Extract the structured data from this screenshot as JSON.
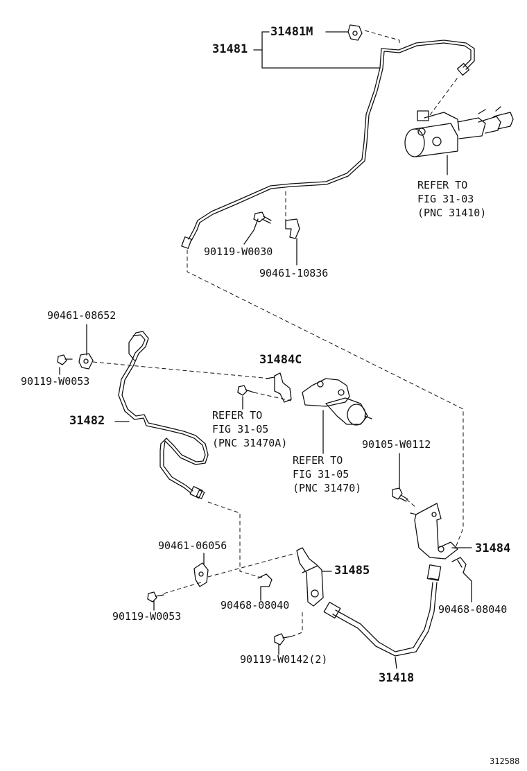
{
  "labels": {
    "p31481M": "31481M",
    "p31481": "31481",
    "ref1": "REFER TO\nFIG 31-03\n(PNC 31410)",
    "p90119_W0030": "90119-W0030",
    "p90461_10836": "90461-10836",
    "p90461_08652": "90461-08652",
    "p90119_W0053a": "90119-W0053",
    "p31484C": "31484C",
    "ref2": "REFER TO\nFIG 31-05\n(PNC 31470A)",
    "p31482": "31482",
    "ref3": "REFER TO\nFIG 31-05\n(PNC 31470)",
    "p90105_W0112": "90105-W0112",
    "p31484": "31484",
    "p90461_06056": "90461-06056",
    "p31485": "31485",
    "p90468_08040a": "90468-08040",
    "p90468_08040b": "90468-08040",
    "p90119_W0053b": "90119-W0053",
    "p90119_W0142": "90119-W0142(2)",
    "p31418": "31418",
    "diagram_id": "312588"
  }
}
